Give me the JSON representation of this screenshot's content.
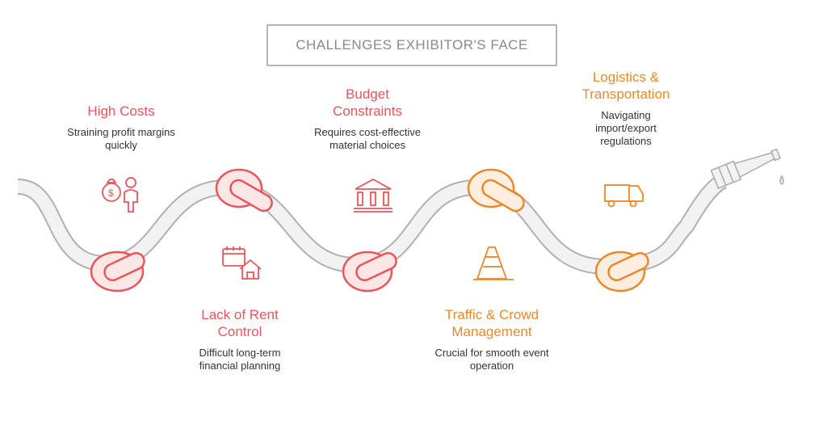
{
  "title": "CHALLENGES EXHIBITOR'S FACE",
  "colors": {
    "red": "#e8555a",
    "orange": "#e8892c",
    "hose": "#f2f2f2"
  },
  "items": [
    {
      "heading": [
        "High Costs"
      ],
      "desc": [
        "Straining profit margins",
        "quickly"
      ],
      "icon": "money-bag-person-icon"
    },
    {
      "heading": [
        "Lack of Rent",
        "Control"
      ],
      "desc": [
        "Difficult long-term",
        "financial planning"
      ],
      "icon": "calendar-house-icon"
    },
    {
      "heading": [
        "Budget",
        "Constraints"
      ],
      "desc": [
        "Requires cost-effective",
        "material choices"
      ],
      "icon": "bank-building-icon"
    },
    {
      "heading": [
        "Traffic & Crowd",
        "Management"
      ],
      "desc": [
        "Crucial for smooth event",
        "operation"
      ],
      "icon": "traffic-cone-icon"
    },
    {
      "heading": [
        "Logistics &",
        "Transportation"
      ],
      "desc": [
        "Navigating",
        "import/export",
        "regulations"
      ],
      "icon": "truck-icon"
    }
  ]
}
